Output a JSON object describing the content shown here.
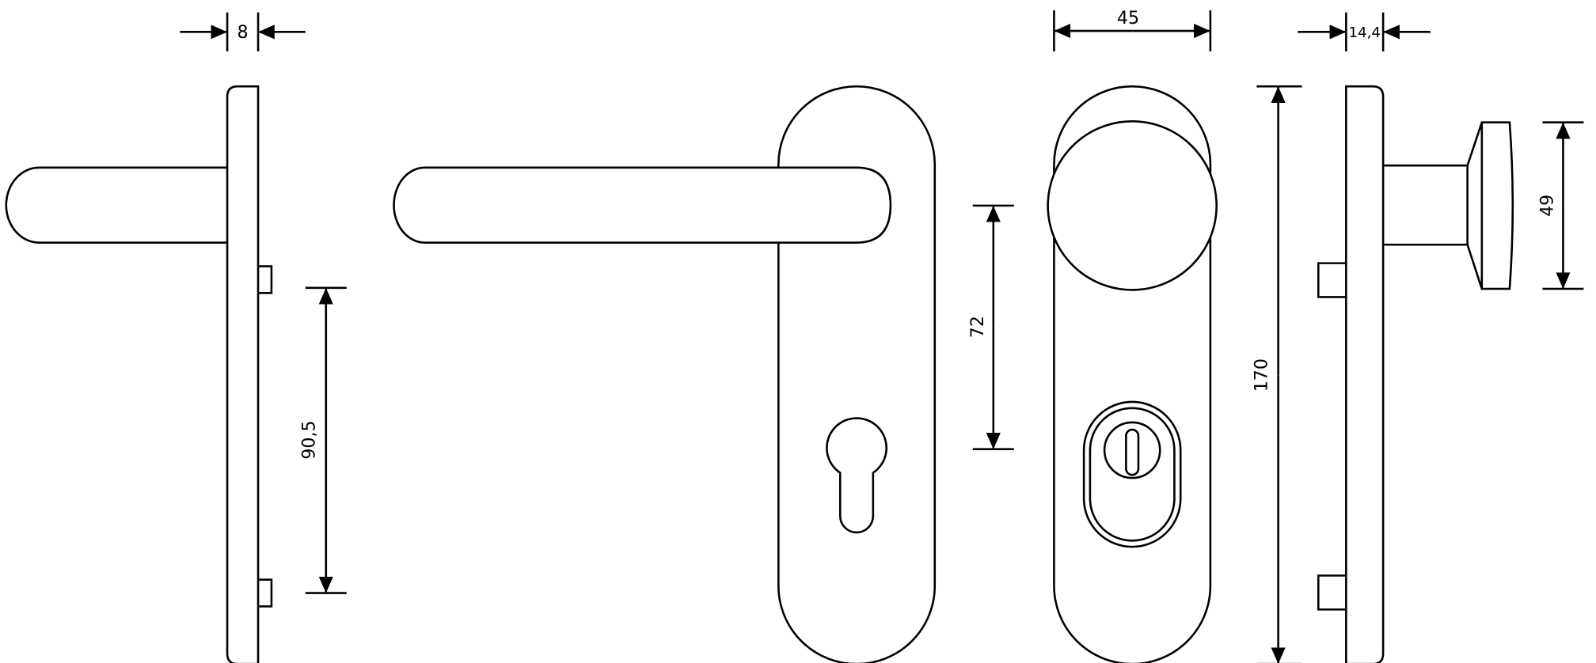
{
  "drawing": {
    "dimensions": {
      "plate_thickness": "8",
      "plate_width": "45",
      "knob_projection": "14,4",
      "plate_height": "170",
      "knob_diameter": "49",
      "lever_to_cylinder": "72",
      "fixing_distance": "90,5"
    },
    "stroke_color": "#000000",
    "background_color": "#ffffff"
  }
}
